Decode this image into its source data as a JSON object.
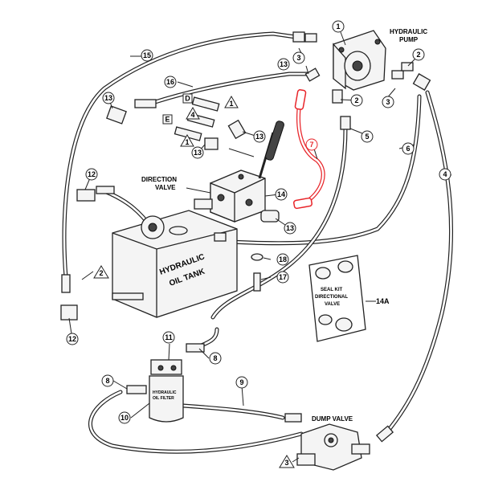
{
  "title": "",
  "components": {
    "pump": "HYDRAULIC PUMP",
    "direction_valve": "DIRECTION VALVE",
    "tank": "HYDRAULIC OIL TANK",
    "filter": "HYDRAULIC OIL FILTER",
    "dump_valve": "DUMP VALVE",
    "seal_kit": "SEAL KIT DIRECTIONAL VALVE"
  },
  "callouts": {
    "c1": "1",
    "c2a": "2",
    "c2b": "2",
    "c3a": "3",
    "c3b": "3",
    "c4": "4",
    "c5": "5",
    "c6": "6",
    "c7": "7",
    "c8a": "8",
    "c8b": "8",
    "c9": "9",
    "c10": "10",
    "c11": "11",
    "c12a": "12",
    "c12b": "12",
    "c13a": "13",
    "c13b": "13",
    "c13c": "13",
    "c13d": "13",
    "c13e": "13",
    "c14": "14",
    "c14a": "14A",
    "c15": "15",
    "c16": "16",
    "c17": "17",
    "c18": "18"
  },
  "triangles": {
    "t1a": "1",
    "t1b": "1",
    "t2": "2",
    "t3": "3",
    "t4": "4"
  },
  "letters": {
    "d": "D",
    "e": "E"
  },
  "colors": {
    "line": "#222222",
    "highlight": "#e8252a",
    "background": "#ffffff"
  }
}
